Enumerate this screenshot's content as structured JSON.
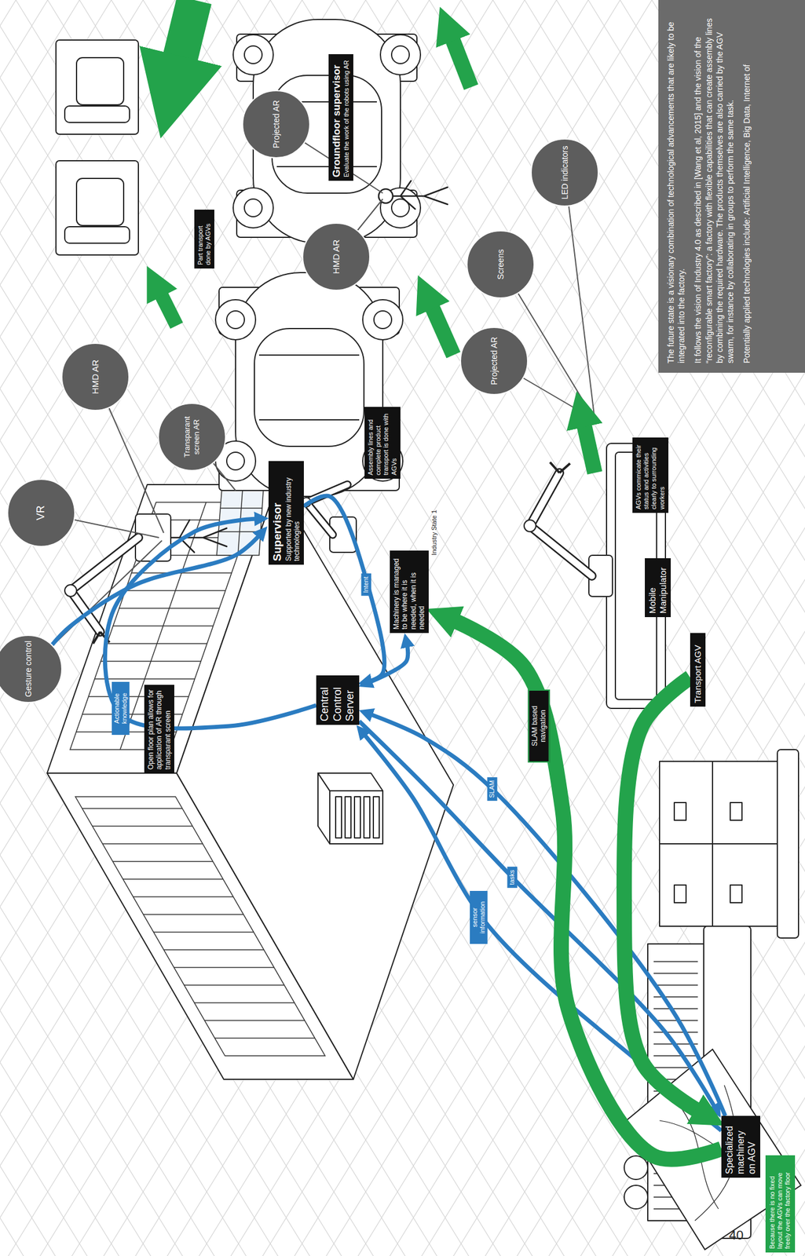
{
  "diagram": {
    "nodes": [
      {
        "text": [
          "Gesture control"
        ]
      },
      {
        "text": [
          "VR"
        ]
      },
      {
        "text": [
          "HMD AR"
        ]
      },
      {
        "text": [
          "Transparant screen AR"
        ]
      },
      {
        "text": [
          "Supervisor",
          "Supported by new industry technologies"
        ]
      },
      {
        "text": [
          "Open floor plan allows for application of AR through transparant screen"
        ]
      },
      {
        "text": [
          "Central Control Server"
        ]
      },
      {
        "text": [
          "Specialized machinery on AGV"
        ]
      },
      {
        "text": [
          "Transport AGV"
        ]
      },
      {
        "text": [
          "Because there is no fixed layout the AGVs can move freely over the factory floor"
        ]
      },
      {
        "text": [
          "Machinery is managed to be where it is needed, when it is needed"
        ]
      },
      {
        "text": [
          "Assembly lines and complete product transport is done with AGVs"
        ]
      },
      {
        "text": [
          "Part transport done by AGVs"
        ]
      },
      {
        "text": [
          "HMD AR"
        ]
      },
      {
        "text": [
          "Projected AR"
        ]
      },
      {
        "text": [
          "Groundfloor supervisor",
          "Evaluate the work of the robots using AR"
        ]
      },
      {
        "text": [
          "Mobile Manipulator"
        ]
      },
      {
        "text": [
          "Projected AR"
        ]
      },
      {
        "text": [
          "Screens"
        ]
      },
      {
        "text": [
          "LED indicators"
        ]
      },
      {
        "text": [
          "AGVs commicate their status and activities clearly to surrounding workers"
        ]
      },
      {
        "text": [
          "The future state is a visionary combination of technological advancements that are likely to be integrated into the factory.",
          "It follows the vision of Industry 4.0 as described in [Wang et al, 2015] and the vision of the “reconfigurable smart factory”: a factory with flexible capabilities that can create assembly lines by combining the required hardware. The products themselves are also carried by the AGV swarm, for instance by collaborating in groups to perform the same task.",
          "Potentially applied technologies include: Artificial Intelligence, Big Data, Internet of"
        ]
      }
    ],
    "edges": [
      {
        "from": 4,
        "to": 6,
        "label": "Intent",
        "arrow": "to"
      },
      {
        "from": 6,
        "to": 4,
        "label": "Actionable knowledge",
        "arrow": "to"
      },
      {
        "from": 0,
        "to": 4,
        "arrow": "to"
      },
      {
        "from": 7,
        "to": 6,
        "label": "sensor information",
        "arrow": "to"
      },
      {
        "from": 6,
        "to": 7,
        "label": "tasks",
        "arrow": "to"
      },
      {
        "from": 7,
        "to": 6,
        "label": "SLAM",
        "arrow": "to"
      },
      {
        "from": 6,
        "to": 10,
        "arrow": "both"
      },
      {
        "from": 8,
        "to": 7,
        "arrow": "to"
      },
      {
        "from": 7,
        "to": 10,
        "label": "SLAM based navigation",
        "arrow": "to"
      }
    ],
    "labels": [
      "Industry State 1",
      "40"
    ]
  }
}
